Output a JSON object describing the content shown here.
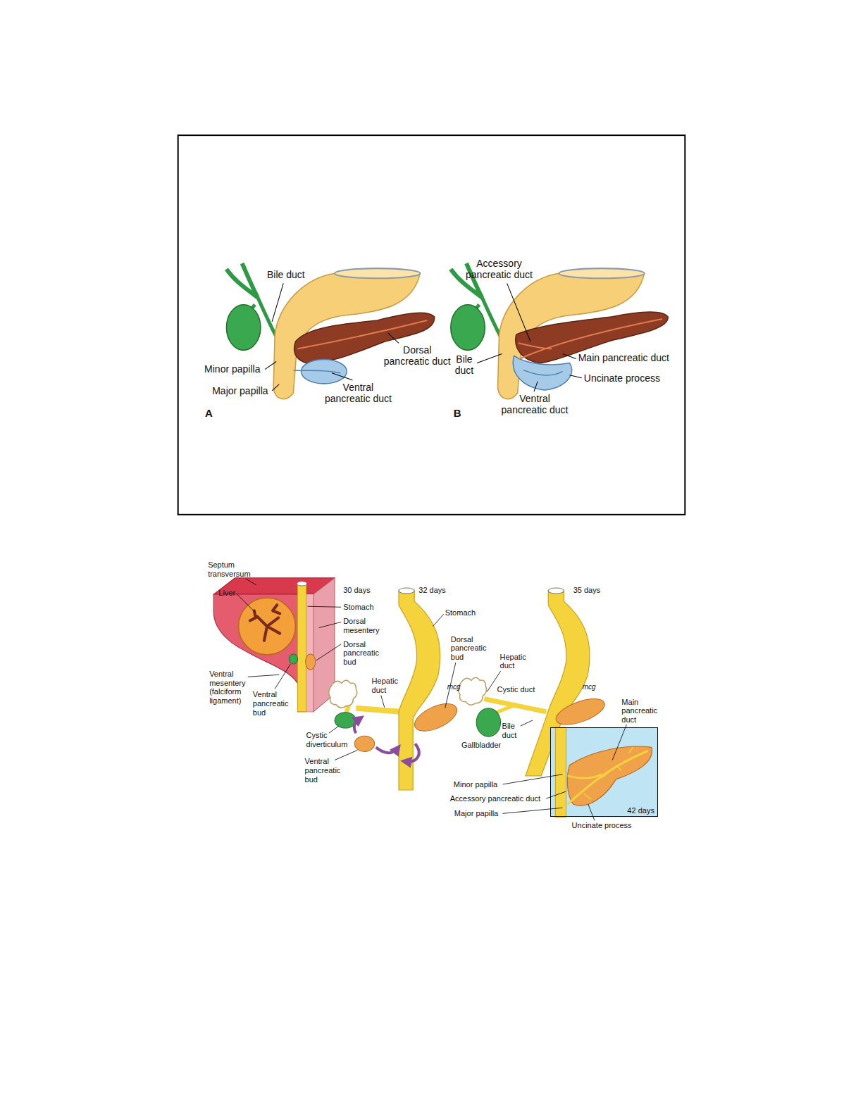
{
  "diagram": {
    "nodes": [
      {
        "text": [
          "42 days"
        ]
      }
    ],
    "labels": [
      "Bile duct",
      "Dorsal pancreatic duct",
      "Minor papilla",
      "Major papilla",
      "Ventral pancreatic duct",
      "A",
      "Accessory pancreatic duct",
      "Main pancreatic duct",
      "Bile duct",
      "Uncinate process",
      "Ventral pancreatic duct",
      "B",
      "Septum transversum",
      "Liver",
      "30 days",
      "Stomach",
      "Dorsal mesentery",
      "Dorsal pancreatic bud",
      "Ventral mesentery (falciform ligament)",
      "Ventral pancreatic bud",
      "32 days",
      "Stomach",
      "Dorsal pancreatic bud",
      "Hepatic duct",
      "Cystic diverticulum",
      "Ventral pancreatic bud",
      "mcg",
      "35 days",
      "Hepatic duct",
      "Cystic duct",
      "Bile duct",
      "Gallbladder",
      "mcg",
      "Main pancreatic duct",
      "Minor papilla",
      "Accessory pancreatic duct",
      "Major papilla",
      "Uncinate process"
    ]
  }
}
